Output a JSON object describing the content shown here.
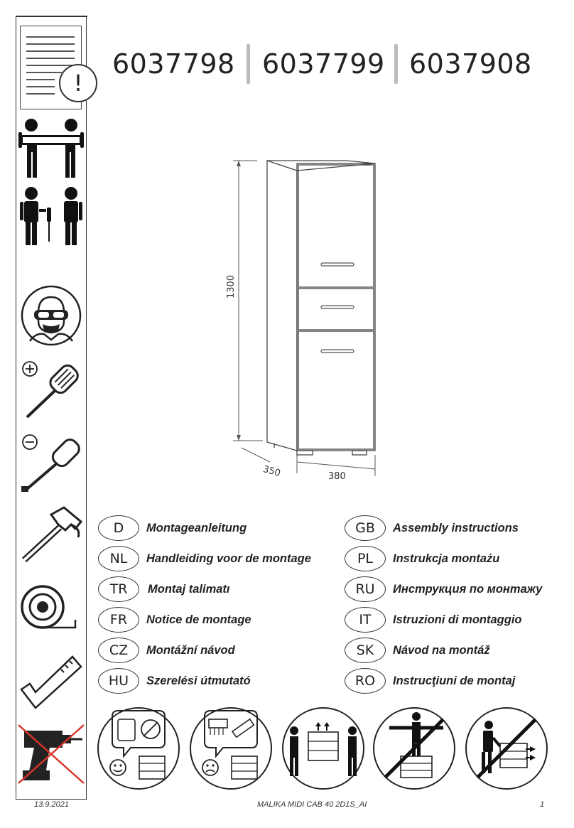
{
  "product_numbers": [
    "6037798",
    "6037799",
    "6037908"
  ],
  "warning_symbol": "!",
  "dimensions": {
    "height": "1300",
    "depth": "350",
    "width": "380"
  },
  "sidebar_icons": [
    "manual-warning-icon",
    "two-person-lift-icon",
    "two-person-assembly-icon",
    "safety-goggles-icon",
    "phillips-screwdriver-icon",
    "flat-screwdriver-icon",
    "hammer-icon",
    "tape-measure-icon",
    "square-ruler-icon",
    "no-drill-icon"
  ],
  "languages_left": [
    {
      "code": "D",
      "text": "Montageanleitung"
    },
    {
      "code": "NL",
      "text": "Handleiding voor de montage"
    },
    {
      "code": "TR",
      "text": "Montaj talimatı"
    },
    {
      "code": "FR",
      "text": "Notice de montage"
    },
    {
      "code": "CZ",
      "text": "Montážní návod"
    },
    {
      "code": "HU",
      "text": "Szerelési útmutató"
    }
  ],
  "languages_right": [
    {
      "code": "GB",
      "text": "Assembly instructions"
    },
    {
      "code": "PL",
      "text": "Instrukcja montażu"
    },
    {
      "code": "RU",
      "text": "Инструкция по монтажу"
    },
    {
      "code": "IT",
      "text": "Istruzioni di montaggio"
    },
    {
      "code": "SK",
      "text": "Návod na montáž"
    },
    {
      "code": "RO",
      "text": "Instrucţiuni de montaj"
    }
  ],
  "bottom_icons": [
    "clean-dry-cloth-icon",
    "no-harsh-cleaner-icon",
    "two-person-carry-icon",
    "no-standing-on-furniture-icon",
    "no-pushing-furniture-icon"
  ],
  "footer": {
    "date": "13.9.2021",
    "model": "MALIKA MIDI CAB 40 2D1S_AI",
    "page": "1"
  }
}
